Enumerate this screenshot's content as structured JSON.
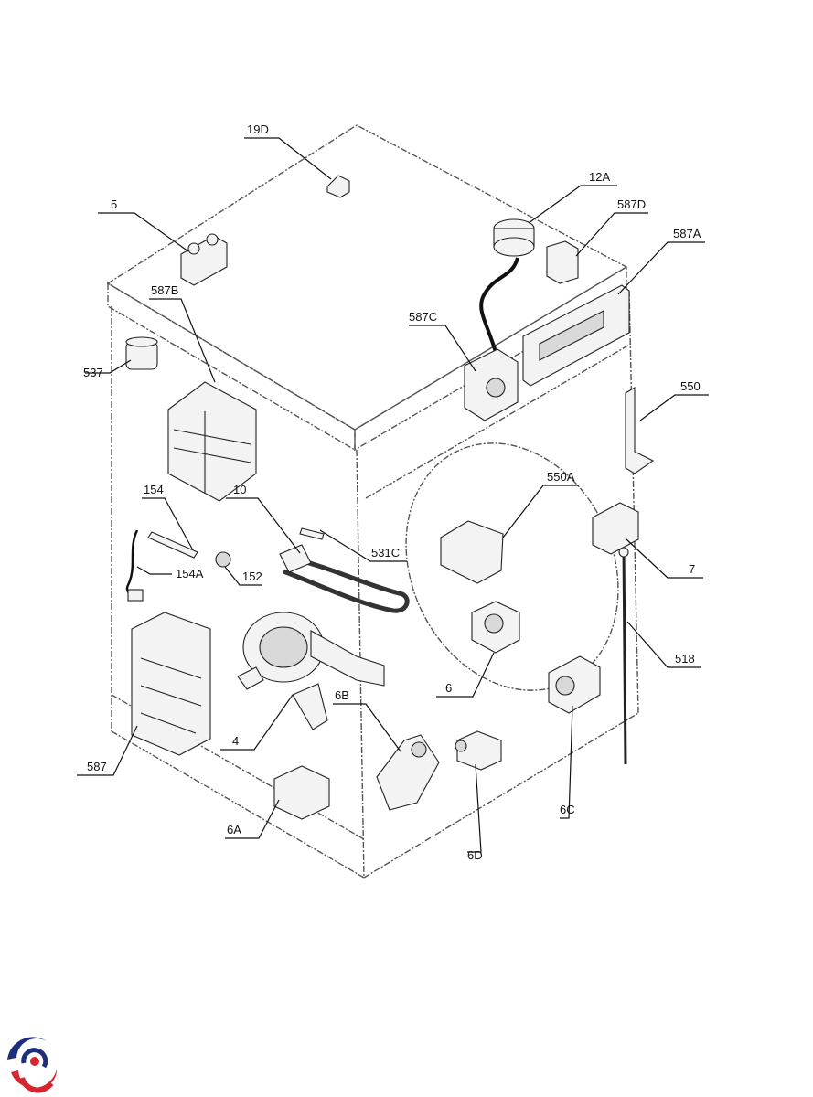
{
  "diagram": {
    "callouts": [
      {
        "id": "19d",
        "label": "19D"
      },
      {
        "id": "12a",
        "label": "12A"
      },
      {
        "id": "5",
        "label": "5"
      },
      {
        "id": "587d",
        "label": "587D"
      },
      {
        "id": "587a",
        "label": "587A"
      },
      {
        "id": "587b",
        "label": "587B"
      },
      {
        "id": "587c",
        "label": "587C"
      },
      {
        "id": "537",
        "label": "537"
      },
      {
        "id": "550",
        "label": "550"
      },
      {
        "id": "550a",
        "label": "550A"
      },
      {
        "id": "154",
        "label": "154"
      },
      {
        "id": "10",
        "label": "10"
      },
      {
        "id": "531c",
        "label": "531C"
      },
      {
        "id": "154a",
        "label": "154A"
      },
      {
        "id": "152",
        "label": "152"
      },
      {
        "id": "7",
        "label": "7"
      },
      {
        "id": "518",
        "label": "518"
      },
      {
        "id": "6",
        "label": "6"
      },
      {
        "id": "6b",
        "label": "6B"
      },
      {
        "id": "4",
        "label": "4"
      },
      {
        "id": "587",
        "label": "587"
      },
      {
        "id": "6c",
        "label": "6C"
      },
      {
        "id": "6a",
        "label": "6A"
      },
      {
        "id": "6d",
        "label": "6D"
      }
    ]
  },
  "logo": {
    "icon": "brand-swirl-icon",
    "colors": [
      "#1d2f7a",
      "#d8242f"
    ]
  }
}
